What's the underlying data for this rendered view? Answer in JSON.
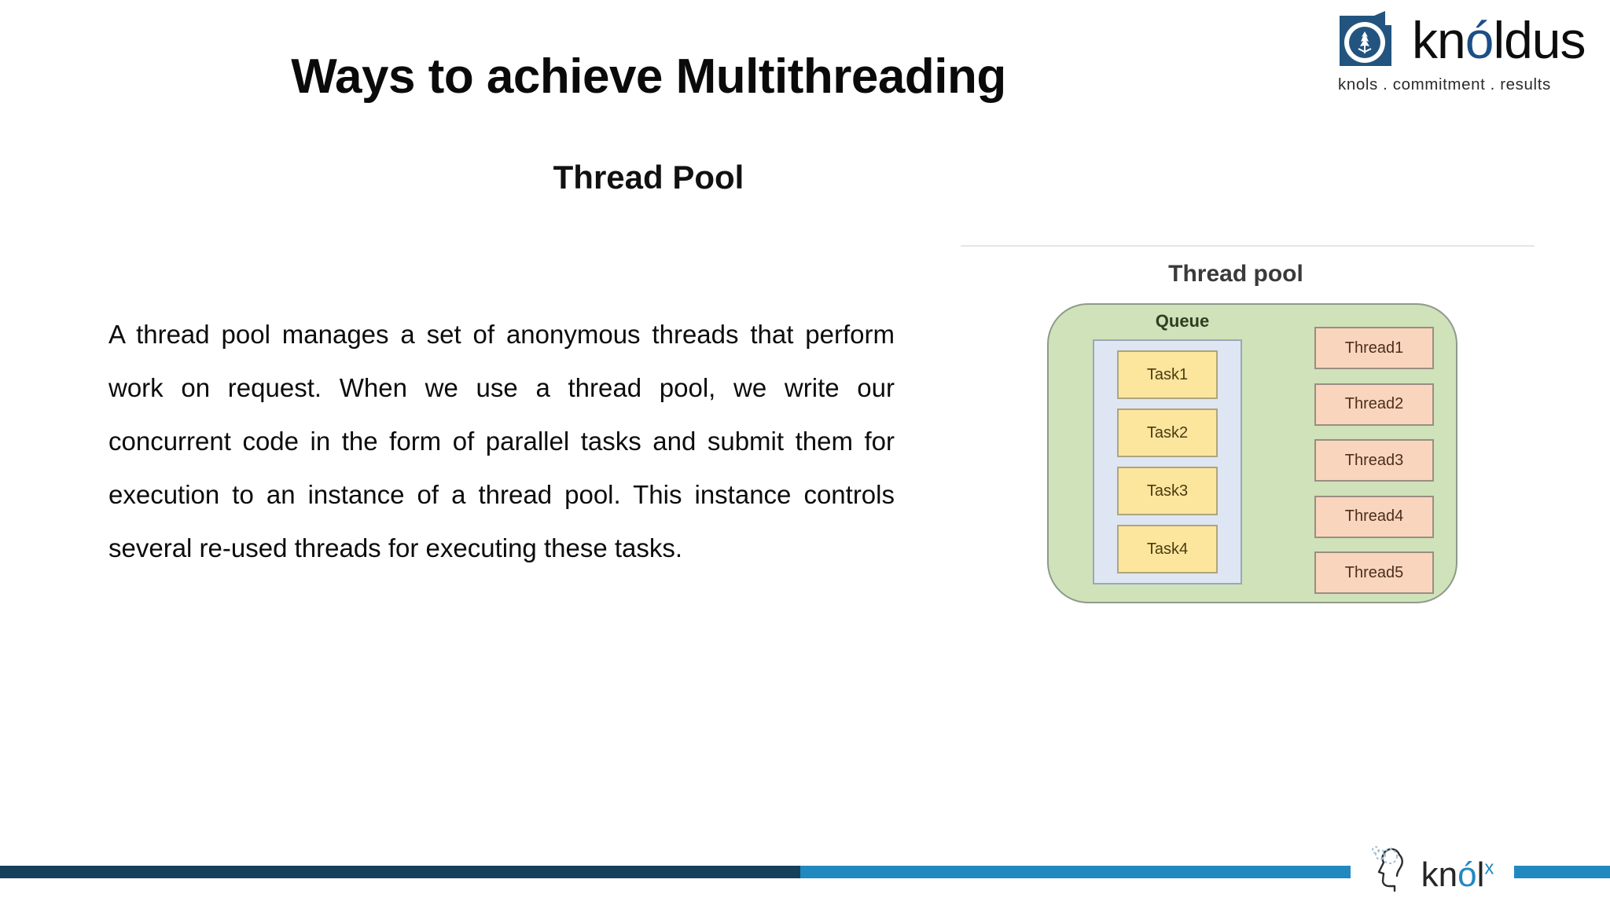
{
  "brand": {
    "wordmark_pre": "kn",
    "wordmark_accent": "ó",
    "wordmark_post": "ldus",
    "tagline": "knols . commitment . results",
    "logo_icon": "knoldus-maple-leaf-logo",
    "accent_color": "#1d4f86"
  },
  "slide": {
    "title": "Ways to achieve Multithreading",
    "subtitle": "Thread Pool",
    "body": "A thread pool manages a set of anonymous threads that perform work on request. When we use a thread pool, we write our concurrent code in the form of parallel tasks and submit them for execution to an instance of a thread pool. This instance controls several re-used threads for executing these tasks."
  },
  "diagram": {
    "title": "Thread pool",
    "queue_label": "Queue",
    "tasks": [
      "Task1",
      "Task2",
      "Task3",
      "Task4"
    ],
    "threads": [
      "Thread1",
      "Thread2",
      "Thread3",
      "Thread4",
      "Thread5"
    ],
    "colors": {
      "pool_fill": "#cfe2b9",
      "queue_fill": "#dfe6f3",
      "task_fill": "#fce59d",
      "thread_fill": "#fad5bd"
    }
  },
  "footer": {
    "bar_dark_color": "#14405c",
    "bar_light_color": "#2189c0",
    "logo_pre": "kn",
    "logo_accent": "ó",
    "logo_post": "l",
    "logo_sup": "x",
    "logo_icon": "knolx-head-profile-icon"
  }
}
